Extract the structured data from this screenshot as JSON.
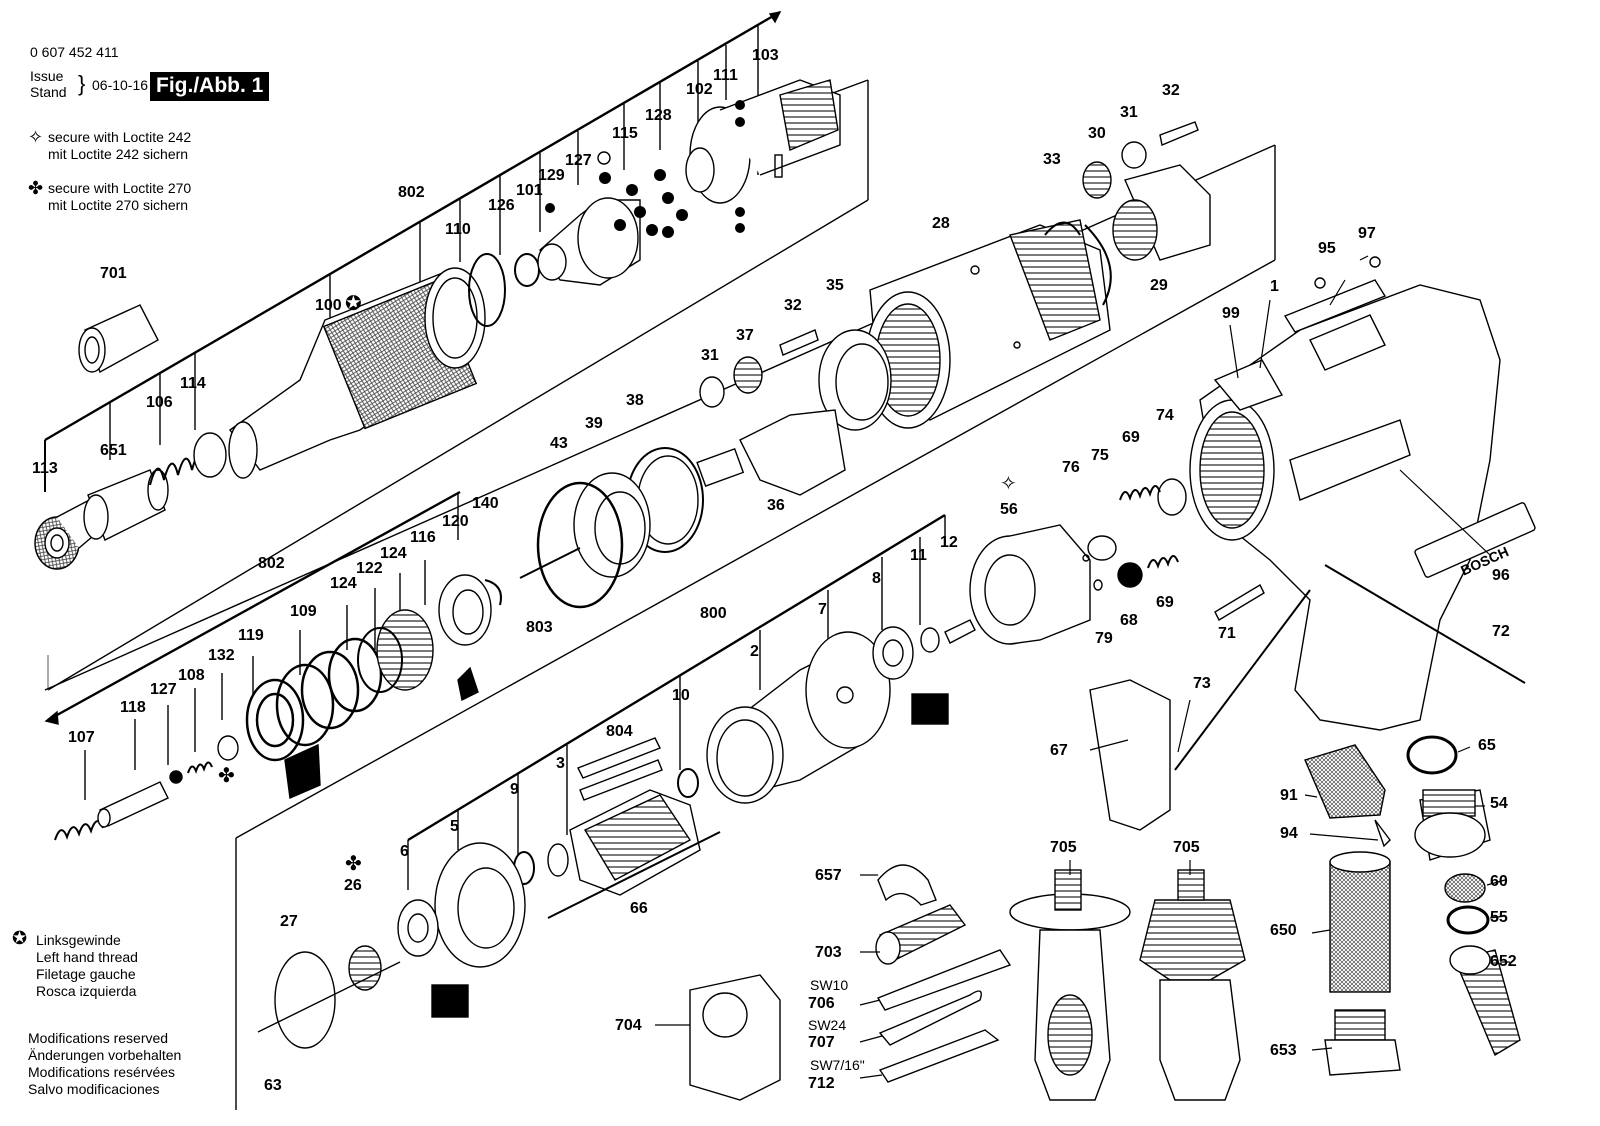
{
  "header": {
    "part_number": "0 607 452 411",
    "issue_label": "Issue",
    "stand_label": "Stand",
    "date": "06-10-16",
    "figure": "Fig./Abb. 1"
  },
  "legend_top": {
    "loctite_242": [
      "secure with Loctite 242",
      "mit Loctite 242 sichern"
    ],
    "loctite_270": [
      "secure with Loctite 270",
      "mit Loctite 270 sichern"
    ]
  },
  "legend_bottom": {
    "thread": [
      "Linksgewinde",
      "Left hand thread",
      "Filetage gauche",
      "Rosca izquierda"
    ],
    "modifications": [
      "Modifications reserved",
      "Änderungen vorbehalten",
      "Modifications resérvées",
      "Salvo modificaciones"
    ]
  },
  "brand": "BOSCH",
  "tool_sizes": {
    "706": "SW10",
    "707": "SW24",
    "712": "SW7/16\""
  },
  "callouts": [
    "103",
    "111",
    "102",
    "128",
    "115",
    "127",
    "129",
    "101",
    "126",
    "110",
    "802",
    "100",
    "701",
    "114",
    "106",
    "113",
    "651",
    "32",
    "31",
    "30",
    "33",
    "28",
    "29",
    "35",
    "32",
    "37",
    "31",
    "36",
    "38",
    "39",
    "43",
    "803",
    "140",
    "120",
    "116",
    "124",
    "122",
    "124",
    "109",
    "119",
    "132",
    "108",
    "127",
    "118",
    "107",
    "802",
    "97",
    "95",
    "99",
    "1",
    "74",
    "75",
    "69",
    "76",
    "56",
    "68",
    "69",
    "79",
    "12",
    "11",
    "8",
    "7",
    "2",
    "10",
    "804",
    "3",
    "9",
    "5",
    "6",
    "26",
    "27",
    "63",
    "66",
    "800",
    "71",
    "72",
    "96",
    "73",
    "67",
    "65",
    "91",
    "54",
    "94",
    "60",
    "55",
    "650",
    "652",
    "653",
    "657",
    "703",
    "705",
    "705",
    "704",
    "706",
    "707",
    "712"
  ]
}
